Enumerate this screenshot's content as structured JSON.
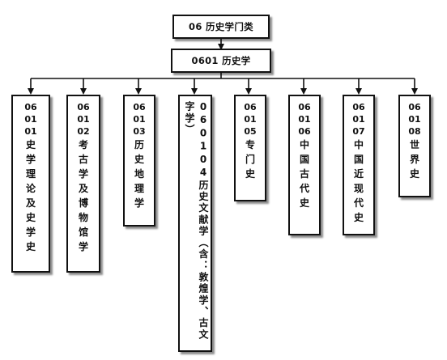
{
  "root": {
    "code": "06",
    "name": "历史学门类"
  },
  "level1": {
    "code": "0601",
    "name": "历史学"
  },
  "subjects": [
    {
      "code_parts": [
        "06",
        "01",
        "01"
      ],
      "name_chars": [
        "史",
        "学",
        "理",
        "论",
        "及",
        "史",
        "学",
        "史"
      ]
    },
    {
      "code_parts": [
        "06",
        "01",
        "02"
      ],
      "name_chars": [
        "考",
        "古",
        "学",
        "及",
        "博",
        "物",
        "馆",
        "学"
      ]
    },
    {
      "code_parts": [
        "06",
        "01",
        "03"
      ],
      "name_chars": [
        "历",
        "史",
        "地",
        "理",
        "学"
      ]
    },
    {
      "vertical_text": "060104历史文献学（含：敦煌学、古文字学）"
    },
    {
      "code_parts": [
        "06",
        "01",
        "05"
      ],
      "name_chars": [
        "专",
        "门",
        "史"
      ]
    },
    {
      "code_parts": [
        "06",
        "01",
        "06"
      ],
      "name_chars": [
        "中",
        "国",
        "古",
        "代",
        "史"
      ]
    },
    {
      "code_parts": [
        "06",
        "01",
        "07"
      ],
      "name_chars": [
        "中",
        "国",
        "近",
        "现",
        "代",
        "史"
      ]
    },
    {
      "code_parts": [
        "06",
        "01",
        "08"
      ],
      "name_chars": [
        "世",
        "界",
        "史"
      ]
    }
  ]
}
